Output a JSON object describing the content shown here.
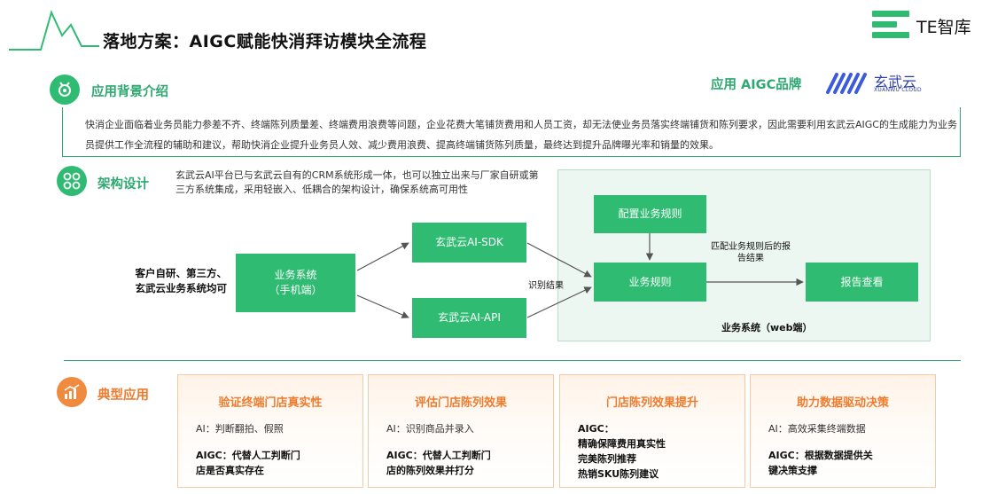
{
  "header": {
    "title": "落地方案：AIGC赋能快消拜访模块全流程",
    "brand": "TE智库"
  },
  "background": {
    "title": "应用背景介绍",
    "text": "快消企业面临着业务员能力参差不齐、终端陈列质量差、终端费用浪费等问题，企业花费大笔铺货费用和人员工资，却无法使业务员落实终端铺货和陈列要求，因此需要利用玄武云AIGC的生成能力为业务员提供工作全流程的辅助和建议，帮助快消企业提升业务员人效、减少费用浪费、提高终端铺货陈列质量，最终达到提升品牌曝光率和销量的效果。",
    "aigc_brand_label": "应用 AIGC品牌",
    "partner_name": "玄武云",
    "partner_sub": "XUANWU CLOUD"
  },
  "architecture": {
    "title": "架构设计",
    "description": "玄武云AI平台已与玄武云自有的CRM系统形成一体，也可以独立出来与厂家自研或第三方系统集成，采用轻嵌入、低耦合的架构设计，确保系统高可用性",
    "client_label": "客户自研、第三方、\n玄武云业务系统均可",
    "mobile_system": "业务系统\n（手机端）",
    "sdk": "玄武云AI-SDK",
    "api": "玄武云AI-API",
    "recognition_result": "识别结果",
    "config_rules": "配置业务规则",
    "business_rules": "业务规则",
    "match_report": "匹配业务规则后的报\n告结果",
    "report_view": "报告查看",
    "web_system": "业务系统（web端）"
  },
  "applications": {
    "title": "典型应用",
    "cards": [
      {
        "title": "验证终端门店真实性",
        "ai": "AI：判断翻拍、假照",
        "aigc": "AIGC：代替人工判断门\n店是否真实存在"
      },
      {
        "title": "评估门店陈列效果",
        "ai": "AI：识别商品并录入",
        "aigc": "AIGC：代替人工判断门\n店的陈列效果并打分"
      },
      {
        "title": "门店陈列效果提升",
        "ai": "",
        "aigc": "AIGC：\n精确保障费用真实性\n完美陈列推荐\n热销SKU陈列建议"
      },
      {
        "title": "助力数据驱动决策",
        "ai": "AI：高效采集终端数据",
        "aigc": "AIGC：根据数据提供关\n键决策支撑"
      }
    ]
  },
  "colors": {
    "green": "#2fbc72",
    "dark_green": "#2fa872",
    "orange": "#ef7b2d",
    "brand_blue": "#2c3ea8"
  }
}
